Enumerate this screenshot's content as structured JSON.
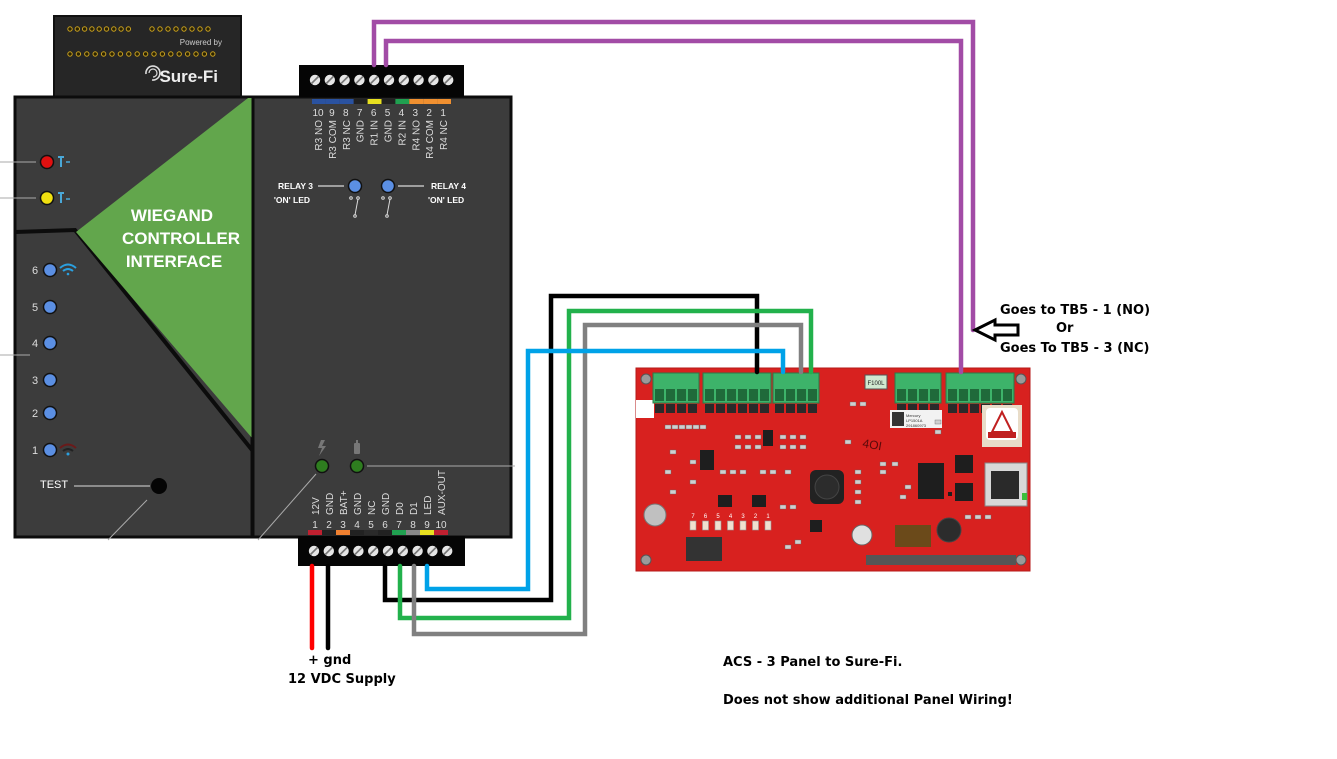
{
  "sure_fi_module": {
    "header": {
      "powered_by": "Powered by",
      "brand": "Sure-Fi"
    },
    "title_lines": [
      "WIEGAND",
      "CONTROLLER",
      "INTERFACE"
    ],
    "status_leds": [
      {
        "name": "radio-tx",
        "color": "#e01010"
      },
      {
        "name": "radio-rx",
        "color": "#f0e010"
      }
    ],
    "signal_leds": [
      {
        "label": "6",
        "icon": "wifi-icon"
      },
      {
        "label": "5"
      },
      {
        "label": "4"
      },
      {
        "label": "3"
      },
      {
        "label": "2"
      },
      {
        "label": "1",
        "icon": "low-signal-icon"
      }
    ],
    "test_label": "TEST",
    "relay_leds": [
      {
        "label_line1": "RELAY 3",
        "label_line2": "'ON' LED"
      },
      {
        "label_line1": "RELAY 4",
        "label_line2": "'ON' LED"
      }
    ],
    "top_terminal": {
      "numbers": [
        "10",
        "9",
        "8",
        "7",
        "6",
        "5",
        "4",
        "3",
        "2",
        "1"
      ],
      "labels": [
        "R3 NO",
        "R3 COM",
        "R3 NC",
        "GND",
        "R1 IN",
        "GND",
        "R2 IN",
        "R4 NO",
        "R4 COM",
        "R4 NC"
      ],
      "colors": [
        "#2a52a0",
        "#2a52a0",
        "#2a52a0",
        "#222222",
        "#e8e020",
        "#222222",
        "#20a050",
        "#f09030",
        "#f09030",
        "#f09030"
      ]
    },
    "bottom_terminal": {
      "numbers": [
        "1",
        "2",
        "3",
        "4",
        "5",
        "6",
        "7",
        "8",
        "9",
        "10"
      ],
      "labels": [
        "12V",
        "GND",
        "BAT+",
        "GND",
        "NC",
        "GND",
        "D0",
        "D1",
        "LED",
        "AUX-OUT"
      ],
      "colors": [
        "#c02030",
        "#222222",
        "#f08030",
        "#222222",
        "#2a2a2a",
        "#222222",
        "#20a050",
        "#888888",
        "#e8e020",
        "#c02030"
      ]
    },
    "power_icons": [
      "power-bolt-icon",
      "battery-icon"
    ]
  },
  "wires": {
    "colors": {
      "purple": "#a24ca6",
      "black": "#000000",
      "green": "#22b14c",
      "gray": "#808080",
      "blue": "#00a2e8",
      "red": "#ff0000"
    }
  },
  "annotations": {
    "relay_note_line1": "Goes to TB5 - 1 (NO)",
    "relay_note_line2": "Or",
    "relay_note_line3": "Goes To TB5 - 3 (NC)",
    "power_polarity": "+  gnd",
    "power_supply": "12 VDC Supply",
    "caption_title": "ACS - 3 Panel to Sure-Fi.",
    "caption_note": "Does not show additional Panel Wiring!"
  },
  "panel_board": {
    "fuse_label": "F100L",
    "silkscreen": "4OI",
    "brand": "MERCURY",
    "led_numbers": [
      "7",
      "6",
      "5",
      "4",
      "3",
      "2",
      "1"
    ],
    "label_sticker": [
      "Mercury",
      "LP1501A",
      "291860973"
    ]
  }
}
